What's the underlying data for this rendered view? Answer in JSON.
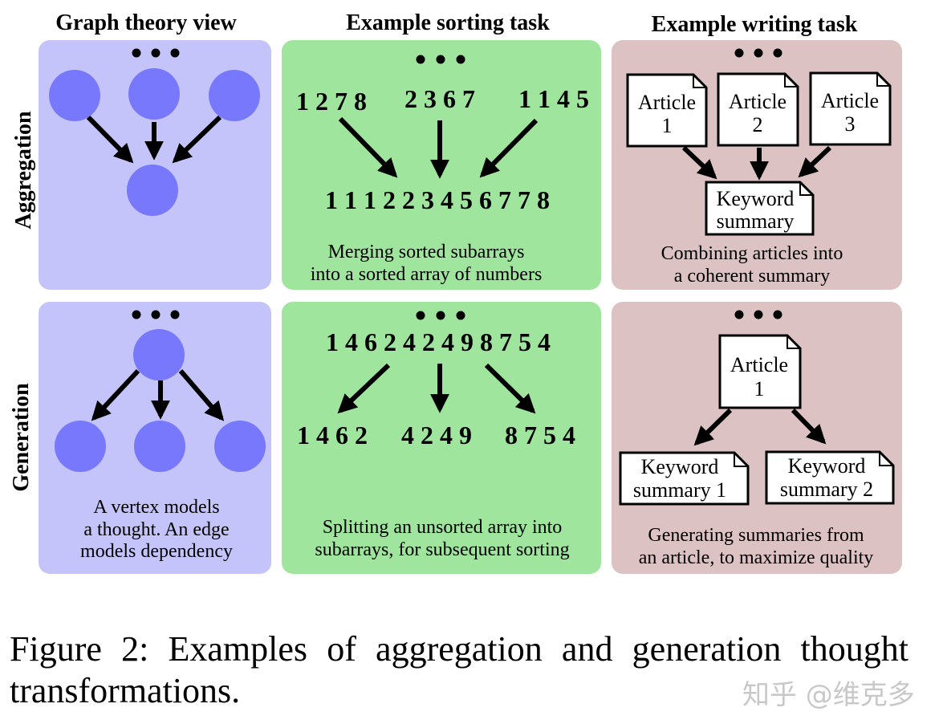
{
  "columns": {
    "graph": "Graph theory view",
    "sorting": "Example sorting task",
    "writing": "Example writing task"
  },
  "rows": {
    "aggregation": "Aggregation",
    "generation": "Generation"
  },
  "colors": {
    "graph_panel": "#c4c4fb",
    "sorting_panel": "#9fe59d",
    "writing_panel": "#dcc2c2",
    "node": "#7878fc"
  },
  "aggregation": {
    "graph_caption": [],
    "sorting": {
      "inputs": [
        "1 2 7 8",
        "2 3 6 7",
        "1 1 4 5"
      ],
      "output": "1 1 1 2 2 3 4 5 6 7 7 8",
      "caption": [
        "Merging sorted subarrays",
        "into a sorted array of numbers"
      ]
    },
    "writing": {
      "inputs": [
        [
          "Article",
          "1"
        ],
        [
          "Article",
          "2"
        ],
        [
          "Article",
          "3"
        ]
      ],
      "output": [
        "Keyword",
        "summary"
      ],
      "caption": [
        "Combining articles into",
        "a coherent summary"
      ]
    }
  },
  "generation": {
    "graph_caption": [
      "A vertex models",
      "a thought. An edge",
      "models dependency"
    ],
    "sorting": {
      "input": "1 4 6 2 4 2 4 9 8 7 5 4",
      "outputs": [
        "1 4 6 2",
        "4 2 4 9",
        "8 7 5 4"
      ],
      "caption": [
        "Splitting an unsorted array into",
        "subarrays, for subsequent sorting"
      ]
    },
    "writing": {
      "input": [
        "Article",
        "1"
      ],
      "outputs": [
        [
          "Keyword",
          "summary 1"
        ],
        [
          "Keyword",
          "summary 2"
        ]
      ],
      "caption": [
        "Generating summaries from",
        "an article, to maximize quality"
      ]
    }
  },
  "caption": "Figure 2: Examples of aggregation and generation thought transformations.",
  "watermark": "知乎 @维克多"
}
